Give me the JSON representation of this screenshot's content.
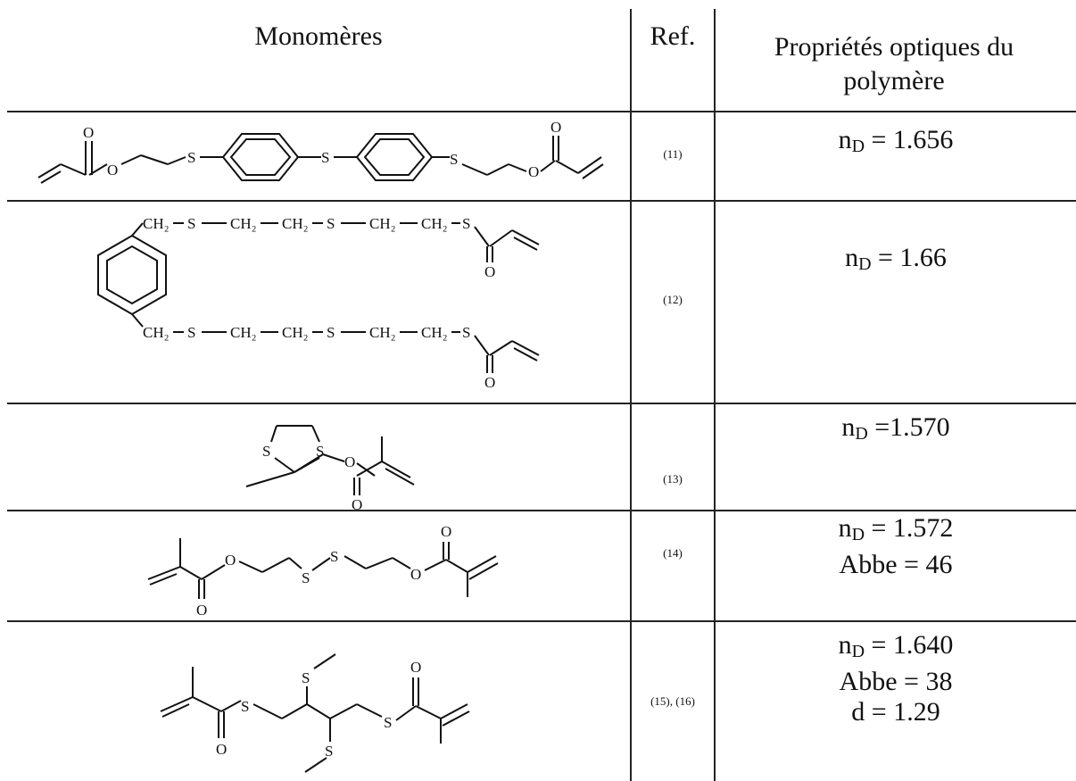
{
  "headers": {
    "monomers": "Monomères",
    "ref": "Ref.",
    "props": "Propriétés optiques du polymère"
  },
  "rows": [
    {
      "ref": "(11)",
      "props": [
        {
          "sym": "n",
          "sub": "D",
          "eq": " = 1.656"
        }
      ]
    },
    {
      "ref": "(12)",
      "props": [
        {
          "sym": "n",
          "sub": "D",
          "eq": " = 1.66"
        }
      ]
    },
    {
      "ref": "(13)",
      "props": [
        {
          "sym": "n",
          "sub": "D",
          "eq": " =1.570"
        }
      ]
    },
    {
      "ref": "(14)",
      "props": [
        {
          "sym": "n",
          "sub": "D",
          "eq": " = 1.572"
        },
        {
          "text": "Abbe = 46"
        }
      ]
    },
    {
      "ref": "(15), (16)",
      "props": [
        {
          "sym": "n",
          "sub": "D",
          "eq": " = 1.640"
        },
        {
          "text": "Abbe = 38"
        },
        {
          "text": "d = 1.29"
        }
      ]
    }
  ],
  "structures": {
    "s1": {
      "atom_o": "O",
      "atom_s": "S"
    },
    "s2": {
      "chain_top": [
        "CH₂",
        "S",
        "CH₂",
        "CH₂",
        "S",
        "CH₂",
        "CH₂",
        "S"
      ],
      "chain_bot": [
        "CH₂",
        "S",
        "CH₂",
        "CH₂",
        "S",
        "CH₂",
        "CH₂",
        "S"
      ],
      "atom_o": "O"
    },
    "s3": {
      "atom_s": "S",
      "atom_o": "O"
    },
    "s4": {
      "atom_s": "S",
      "atom_o": "O"
    },
    "s5": {
      "atom_s": "S",
      "atom_o": "O"
    }
  }
}
